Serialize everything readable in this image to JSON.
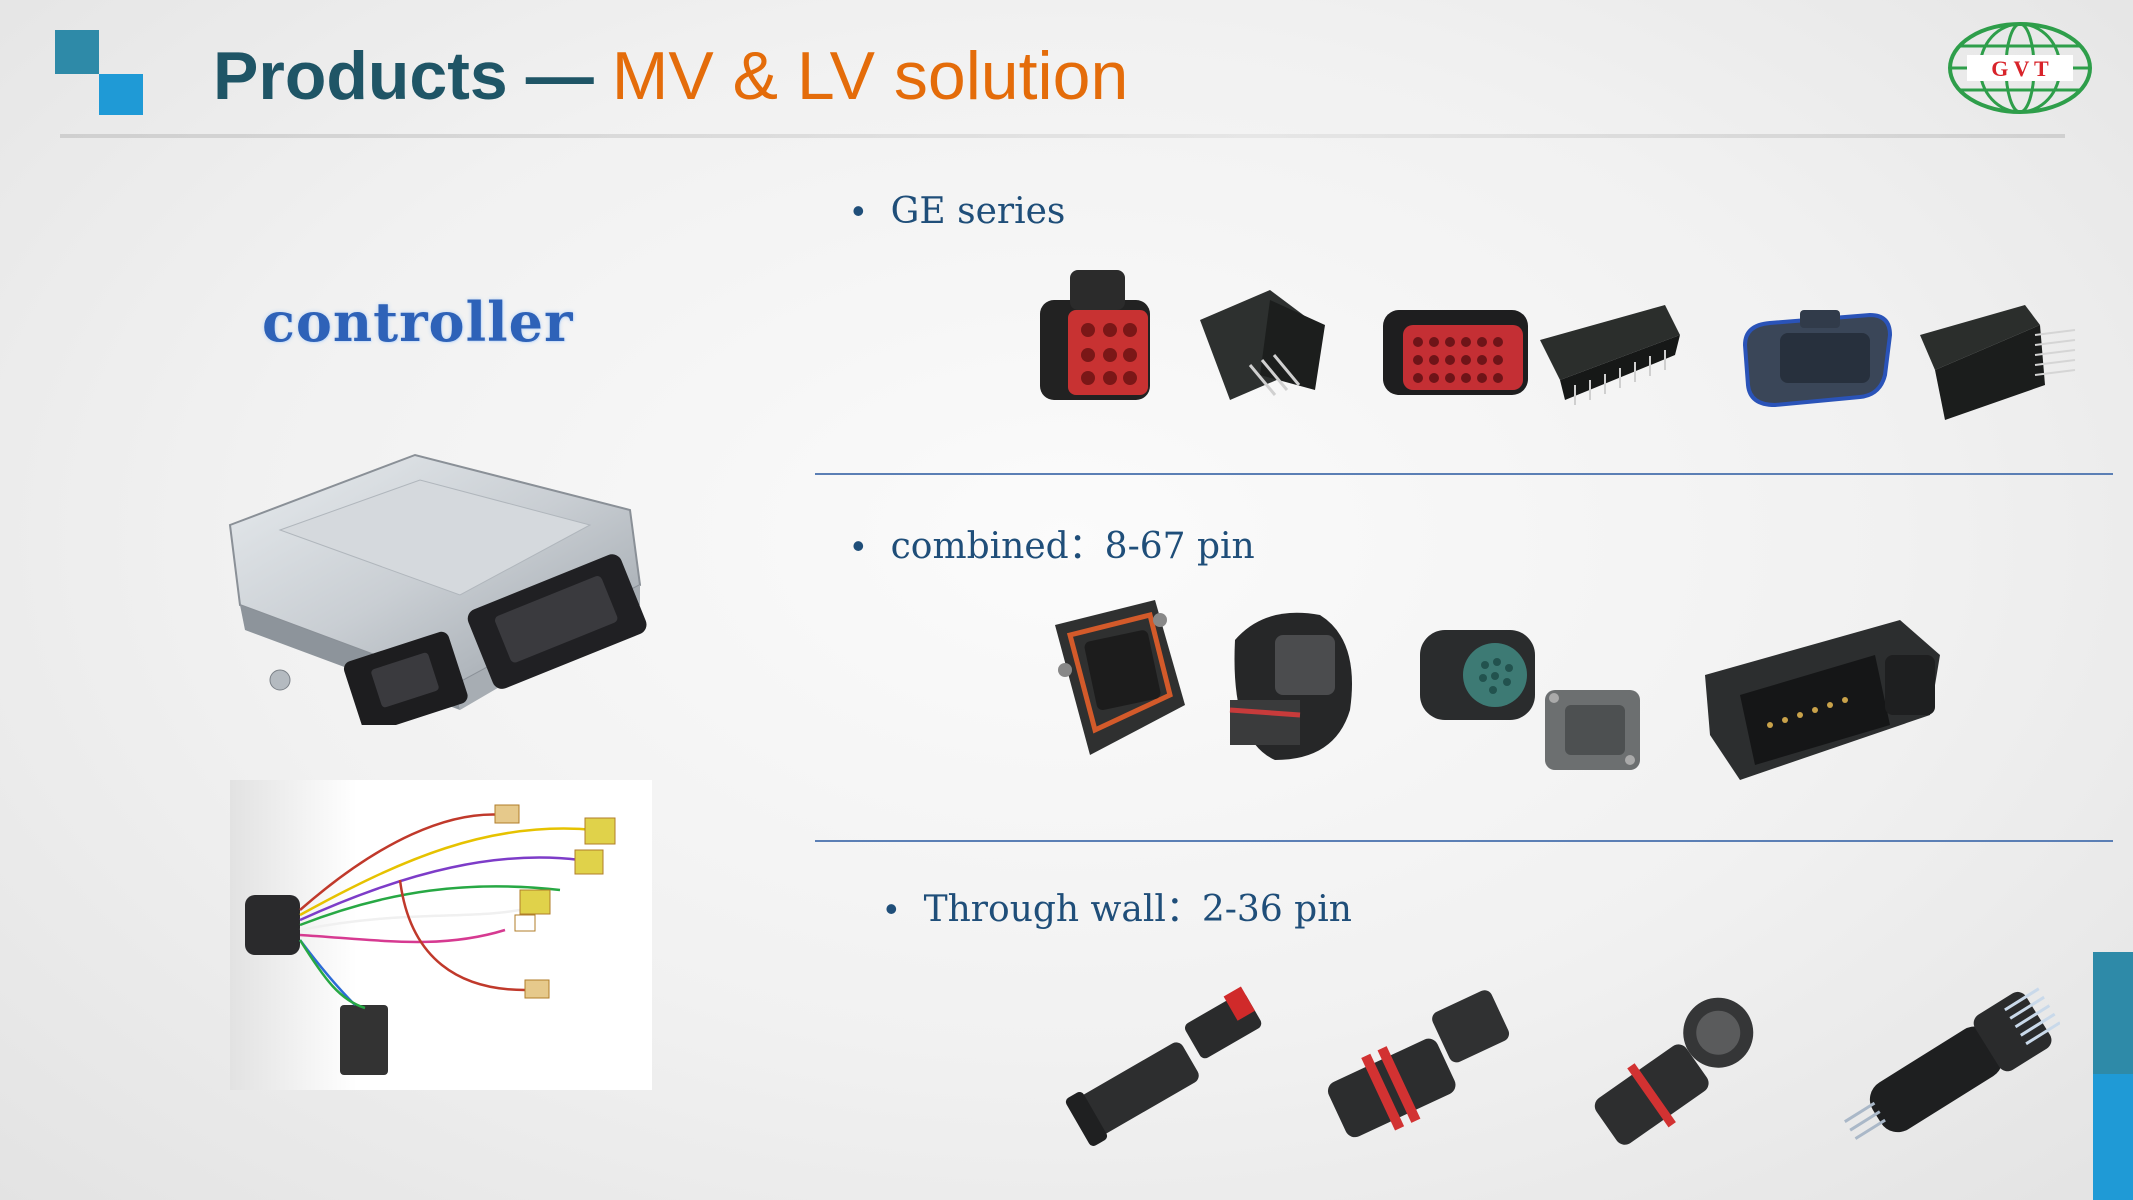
{
  "header": {
    "title_main": "Products",
    "title_dash": "—",
    "title_sub": "MV & LV solution",
    "logo_text": "G V T"
  },
  "left": {
    "controller_label": "controller"
  },
  "sections": [
    {
      "label": "GE series"
    },
    {
      "label": "combined：8-67 pin"
    },
    {
      "label": "Through wall：2-36 pin"
    }
  ],
  "colors": {
    "title_dark": "#1f5566",
    "title_accent": "#e46c0a",
    "bullet_text": "#1f4e79",
    "logo_green": "#2e9e4a",
    "logo_red": "#d8232a",
    "accent_teal": "#2e8aa8",
    "accent_blue": "#1f9ad6"
  }
}
